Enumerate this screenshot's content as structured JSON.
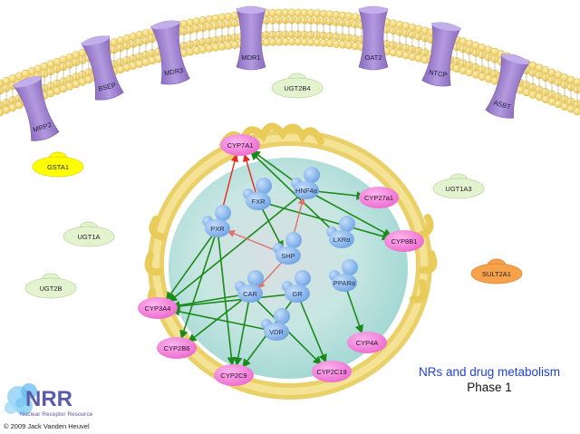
{
  "diagram": {
    "transporters": [
      {
        "label": "MRP2"
      },
      {
        "label": "BSEP"
      },
      {
        "label": "MDR3"
      },
      {
        "label": "MDR1"
      },
      {
        "label": "OAT2"
      },
      {
        "label": "NTCP"
      },
      {
        "label": "ASBT"
      }
    ],
    "phase2_enzymes": [
      {
        "label": "UGT2B4",
        "color": "#e3f3cf"
      },
      {
        "label": "GSTA1",
        "color": "#ffff00"
      },
      {
        "label": "UGT1A3",
        "color": "#e3f3cf"
      },
      {
        "label": "UGT1A",
        "color": "#e3f3cf"
      },
      {
        "label": "UGT2B",
        "color": "#e3f3cf"
      },
      {
        "label": "SULT2A1",
        "color": "#f7a14a"
      }
    ],
    "receptors": [
      {
        "id": "FXR",
        "label": "FXR"
      },
      {
        "id": "HNF4a",
        "label": "HNF4α"
      },
      {
        "id": "PXR",
        "label": "PXR"
      },
      {
        "id": "SHP",
        "label": "SHP"
      },
      {
        "id": "LXRa",
        "label": "LXRα"
      },
      {
        "id": "PPARa",
        "label": "PPARα"
      },
      {
        "id": "CAR",
        "label": "CAR"
      },
      {
        "id": "GR",
        "label": "GR"
      },
      {
        "id": "VDR",
        "label": "VDR"
      }
    ],
    "cyp_enzymes": [
      {
        "id": "CYP7A1",
        "label": "CYP7A1"
      },
      {
        "id": "CYP27a1",
        "label": "CYP27a1"
      },
      {
        "id": "CYP8B1",
        "label": "CYP8B1"
      },
      {
        "id": "CYP3A4",
        "label": "CYP3A4"
      },
      {
        "id": "CYP2B6",
        "label": "CYP2B6"
      },
      {
        "id": "CYP2C9",
        "label": "CYP2C9"
      },
      {
        "id": "CYP2C19",
        "label": "CYP2C19"
      },
      {
        "id": "CYP4A",
        "label": "CYP4A"
      }
    ],
    "activation_edges": [
      [
        "HNF4a",
        "CYP7A1"
      ],
      [
        "HNF4a",
        "CYP27a1"
      ],
      [
        "HNF4a",
        "CYP8B1"
      ],
      [
        "HNF4a",
        "CYP3A4"
      ],
      [
        "FXR",
        "SHP"
      ],
      [
        "FXR",
        "CYP8B1"
      ],
      [
        "LXRa",
        "CYP7A1"
      ],
      [
        "PXR",
        "CYP3A4"
      ],
      [
        "PXR",
        "CYP2B6"
      ],
      [
        "PXR",
        "CYP2C9"
      ],
      [
        "CAR",
        "CYP3A4"
      ],
      [
        "CAR",
        "CYP2B6"
      ],
      [
        "CAR",
        "CYP2C9"
      ],
      [
        "CAR",
        "CYP2C19"
      ],
      [
        "GR",
        "CYP3A4"
      ],
      [
        "GR",
        "CYP2C9"
      ],
      [
        "GR",
        "CYP2C19"
      ],
      [
        "VDR",
        "CYP3A4"
      ],
      [
        "PPARa",
        "CYP4A"
      ]
    ],
    "repression_edges": [
      [
        "PXR",
        "CYP7A1"
      ],
      [
        "FXR",
        "CYP7A1"
      ],
      [
        "SHP",
        "PXR"
      ],
      [
        "SHP",
        "HNF4a"
      ],
      [
        "SHP",
        "CAR"
      ]
    ],
    "colors": {
      "activation": "#1a8a1a",
      "repression_strong": "#e8281e",
      "repression_weak": "#e0706a",
      "transporter": "#9b7fc9",
      "cyp": "#f07dd6",
      "receptor": "#8ab8ee",
      "membrane": "#f3d36a",
      "nucleus": "#bfe3df",
      "er": "#e8cb58"
    }
  },
  "caption": {
    "title": "NRs and drug metabolism",
    "subtitle": "Phase 1"
  },
  "logo": {
    "text": "NRR",
    "subtext": "Nuclear Receptor Resource"
  },
  "copyright": "© 2009 Jack Vanden Heuvel"
}
